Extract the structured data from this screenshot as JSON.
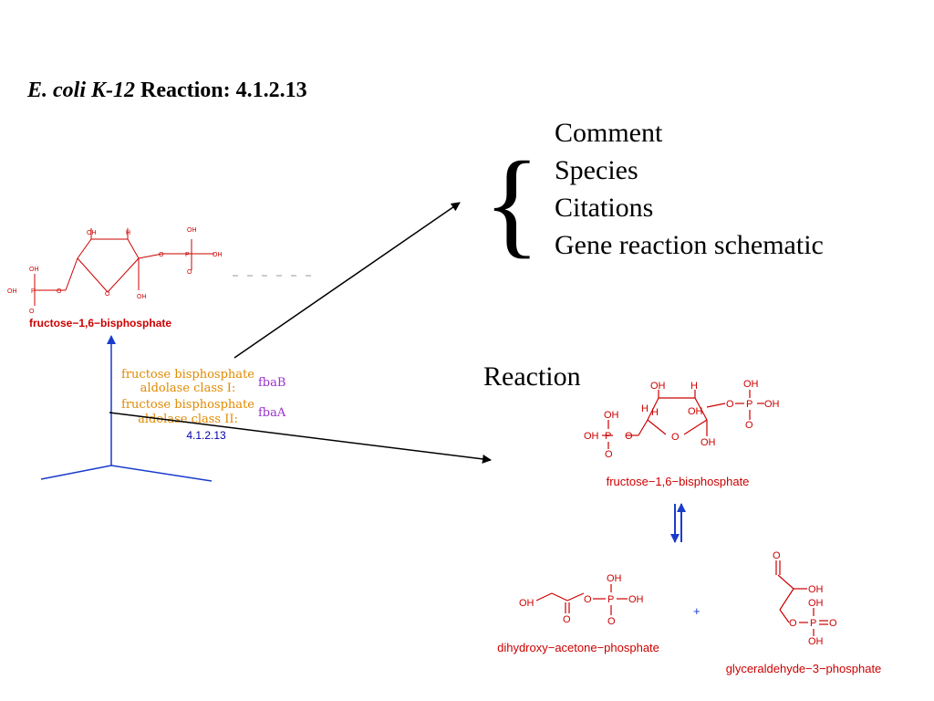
{
  "title": {
    "organism": "E. coli K-12",
    "label": "Reaction: 4.1.2.13"
  },
  "menu": {
    "items": [
      "Comment",
      "Species",
      "Citations",
      "Gene reaction schematic"
    ]
  },
  "reaction_label": "Reaction",
  "schematic": {
    "compound": "fructose−1,6−bisphosphate",
    "enzymes": [
      {
        "name_line1": "fructose bisphosphate",
        "name_line2": "aldolase class I:",
        "gene": "fbaB"
      },
      {
        "name_line1": "fructose bisphosphate",
        "name_line2": "aldolase class II:",
        "gene": "fbaA"
      }
    ],
    "ec_number": "4.1.2.13"
  },
  "reaction": {
    "substrate": "fructose−1,6−bisphosphate",
    "product1": "dihydroxy−acetone−phosphate",
    "product2": "glyceraldehyde−3−phosphate",
    "plus": "+"
  },
  "atoms": {
    "oh": "OH",
    "o": "O",
    "p": "P",
    "h": "H"
  },
  "colors": {
    "compound": "#cc0000",
    "enzyme": "#e08a00",
    "gene": "#9933cc",
    "ec": "#0000aa",
    "axis": "#1a3ccc"
  }
}
